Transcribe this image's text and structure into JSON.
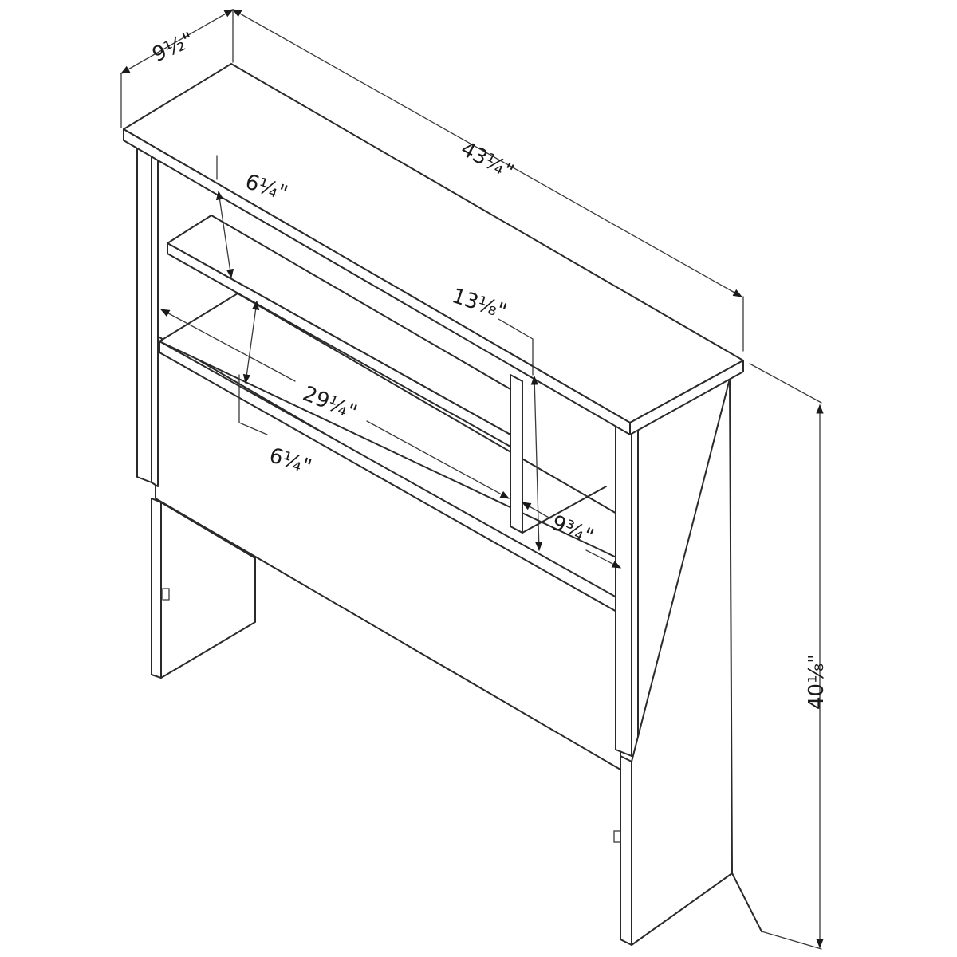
{
  "dimensions": {
    "depth": "9½\"",
    "width": "43¼\"",
    "top_shelf_clearance": "6¼\"",
    "cubby_height": "13⅛\"",
    "shelf_width": "29¼\"",
    "lower_shelf_clearance": "6¼\"",
    "cubby_width": "9¾\"",
    "total_height": "40⅛\""
  },
  "colors": {
    "line": "#2a2a2a",
    "background": "#ffffff"
  }
}
